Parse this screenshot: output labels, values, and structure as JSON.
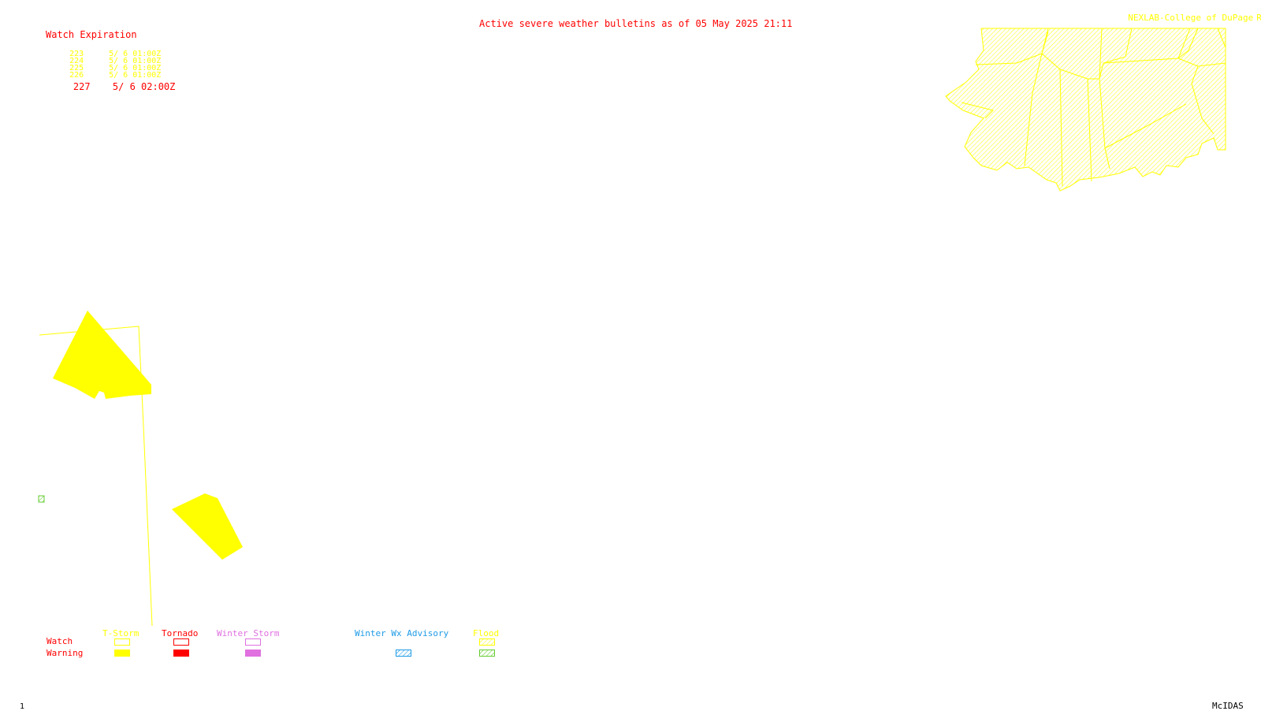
{
  "header": {
    "credit": "NEXLAB-College of DuPage",
    "credit_mark": "R",
    "bulletin_title": "Active severe weather bulletins as of 05 May 2025 21:11"
  },
  "watch_expiration": {
    "title": "Watch Expiration",
    "rows": [
      {
        "id": "223",
        "expires": "5/ 6 01:00Z",
        "color": "#ffff00"
      },
      {
        "id": "224",
        "expires": "5/ 6 01:00Z",
        "color": "#ffff00"
      },
      {
        "id": "225",
        "expires": "5/ 6 01:00Z",
        "color": "#ffff00"
      },
      {
        "id": "226",
        "expires": "5/ 6 01:00Z",
        "color": "#ffff00"
      },
      {
        "id": "227",
        "expires": "5/ 6 02:00Z",
        "color": "#ff0000"
      }
    ]
  },
  "legend": {
    "row_labels": {
      "watch": "Watch",
      "warning": "Warning"
    },
    "categories": [
      {
        "label": "T-Storm",
        "color": "#ffff00"
      },
      {
        "label": "Tornado",
        "color": "#ff0000"
      },
      {
        "label": "Winter Storm",
        "color": "#e070e0"
      },
      {
        "label": "Winter Wx Advisory",
        "color": "#1e9be6"
      },
      {
        "label": "Flood",
        "color": "#ffff00",
        "warning_color": "#66cc33"
      }
    ]
  },
  "footer": {
    "frame_number": "1",
    "software": "McIDAS"
  },
  "colors": {
    "tstorm": "#ffff00",
    "tornado": "#ff0000",
    "winter_storm": "#e070e0",
    "winter_advisory": "#1e9be6",
    "flood_watch": "#ffff00",
    "flood_warning": "#66cc33"
  },
  "map": {
    "watch_areas": [
      "watch-area-northeast",
      "watch-area-west-boundary"
    ],
    "warning_areas": [
      "tstorm-warning-west",
      "tstorm-warning-southwest"
    ],
    "flood_marker_label": "flood-warning-marker"
  }
}
